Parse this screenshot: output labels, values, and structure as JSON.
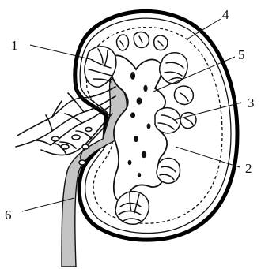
{
  "labels": [
    {
      "number": "1"
    },
    {
      "number": "2"
    },
    {
      "number": "3"
    },
    {
      "number": "4"
    },
    {
      "number": "5"
    },
    {
      "number": "6"
    }
  ]
}
